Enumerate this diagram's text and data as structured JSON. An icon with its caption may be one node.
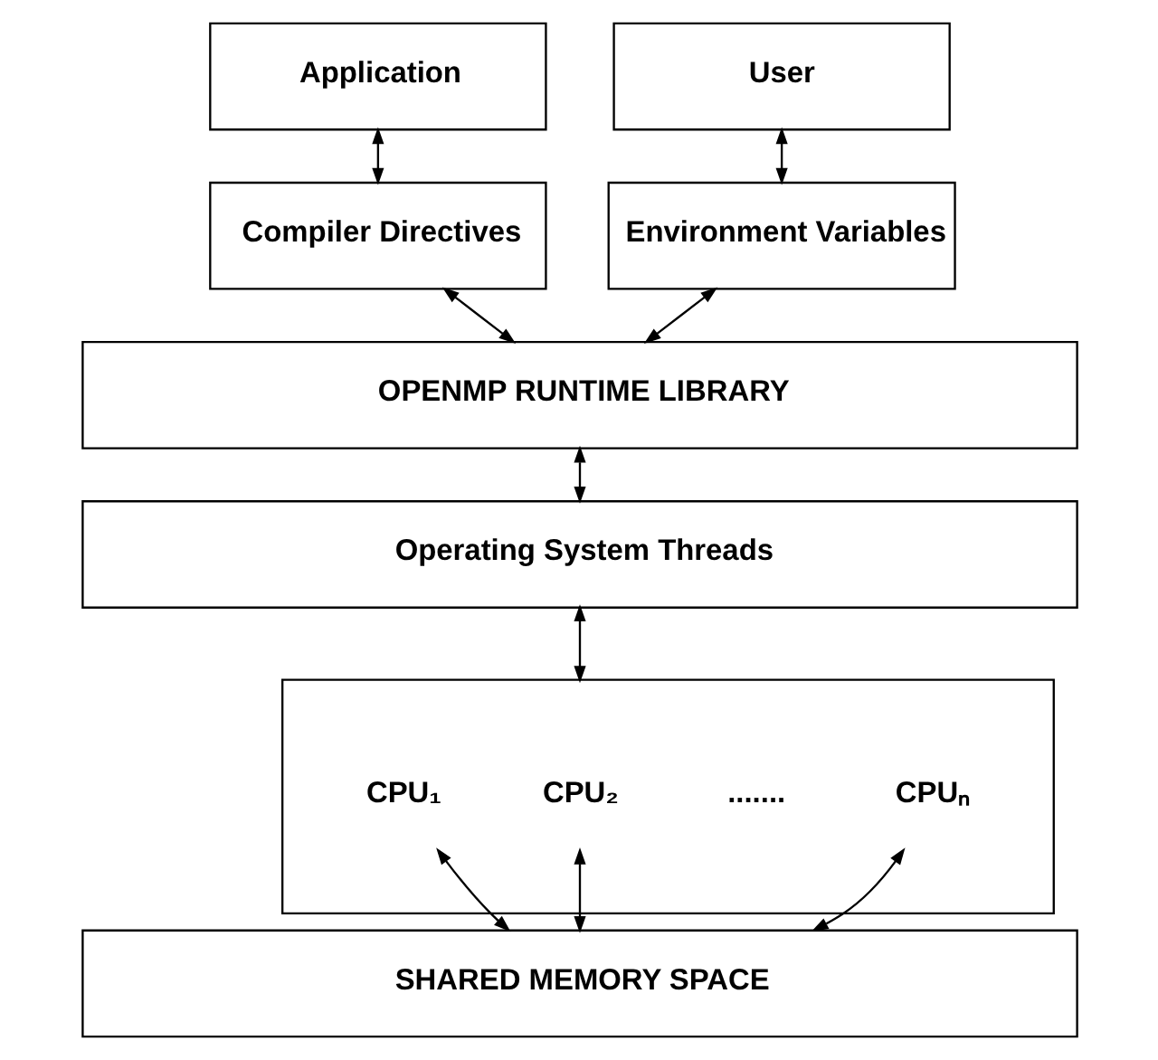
{
  "diagram": {
    "nodes": [
      {
        "text": [
          "Application"
        ]
      },
      {
        "text": [
          "Compiler Directives"
        ]
      },
      {
        "text": [
          "User"
        ]
      },
      {
        "text": [
          "Environment Variables"
        ]
      },
      {
        "text": [
          "OPENMP RUNTIME LIBRARY"
        ]
      },
      {
        "text": [
          "Operating System Threads"
        ]
      },
      {
        "text": [],
        "shape": "box"
      },
      {
        "text": [
          "CPU₁"
        ],
        "in": 6
      },
      {
        "text": [
          "CPU₂"
        ],
        "in": 6
      },
      {
        "text": [
          "CPUₙ"
        ],
        "in": 6
      },
      {
        "text": [
          "SHARED MEMORY SPACE"
        ]
      }
    ],
    "edges": [
      {
        "from": 0,
        "to": 1,
        "arrow": "both"
      },
      {
        "from": 1,
        "to": 4,
        "arrow": "both"
      },
      {
        "from": 2,
        "to": 3,
        "arrow": "both"
      },
      {
        "from": 3,
        "to": 4,
        "arrow": "both"
      },
      {
        "from": 4,
        "to": 5,
        "arrow": "both"
      },
      {
        "from": 5,
        "to": 6,
        "arrow": "both"
      },
      {
        "from": 7,
        "to": 10,
        "arrow": "both"
      },
      {
        "from": 8,
        "to": 10,
        "arrow": "both"
      },
      {
        "from": 9,
        "to": 10,
        "arrow": "both"
      }
    ],
    "labels": [
      "......."
    ]
  }
}
